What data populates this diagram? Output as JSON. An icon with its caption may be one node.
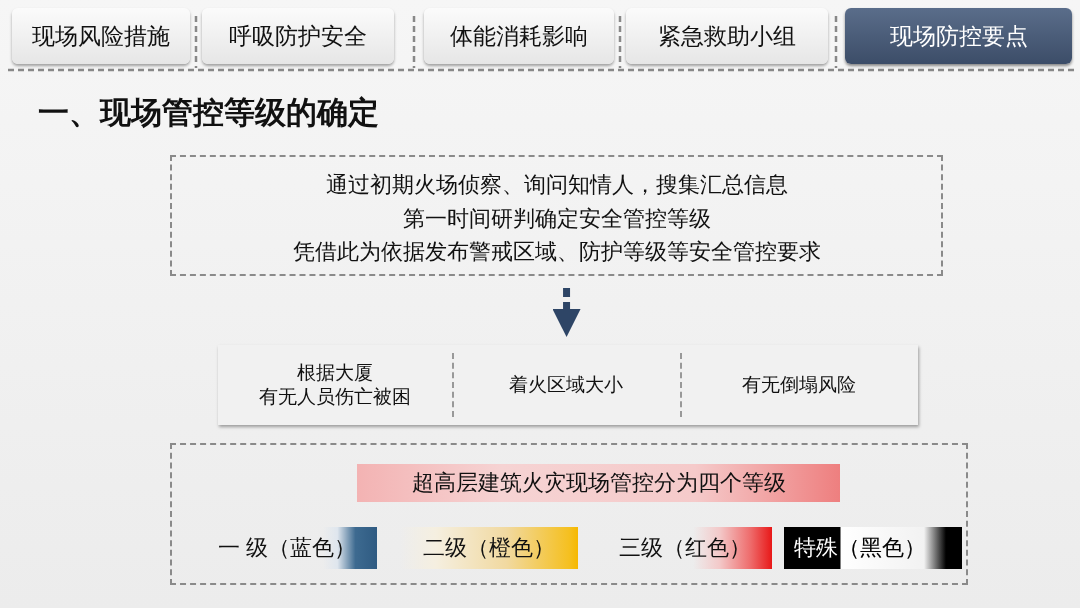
{
  "diagram": {
    "title": "一、现场管控等级的确定",
    "nodes": [
      {
        "text": [
          "现场风险措施"
        ]
      },
      {
        "text": [
          "呼吸防护安全"
        ]
      },
      {
        "text": [
          "体能消耗影响"
        ]
      },
      {
        "text": [
          "紧急救助小组"
        ]
      },
      {
        "text": [
          "现场防控要点"
        ]
      },
      {
        "text": [
          "通过初期火场侦察、询问知情人，搜集汇总信息",
          "第一时间研判确定安全管控等级",
          "凭借此为依据发布警戒区域、防护等级等安全管控要求"
        ]
      },
      {
        "text": [],
        "shape": "box"
      },
      {
        "text": [
          "根据大厦",
          "有无人员伤亡被困"
        ],
        "in": 6
      },
      {
        "text": [
          "着火区域大小"
        ],
        "in": 6
      },
      {
        "text": [
          "有无倒塌风险"
        ],
        "in": 6
      },
      {
        "text": [],
        "shape": "box"
      },
      {
        "text": [
          "超高层建筑火灾现场管控分为四个等级"
        ],
        "in": 10
      },
      {
        "text": [
          "一 级（蓝色）"
        ],
        "in": 10
      },
      {
        "text": [
          "二级（橙色）"
        ],
        "in": 10
      },
      {
        "text": [
          "三级（红色）"
        ],
        "in": 10
      },
      {
        "text": [
          "特殊（黑色）"
        ],
        "in": 10
      }
    ],
    "edges": [
      {
        "from": 5,
        "to": 6,
        "arrow": "to",
        "style": "dashed"
      }
    ]
  }
}
